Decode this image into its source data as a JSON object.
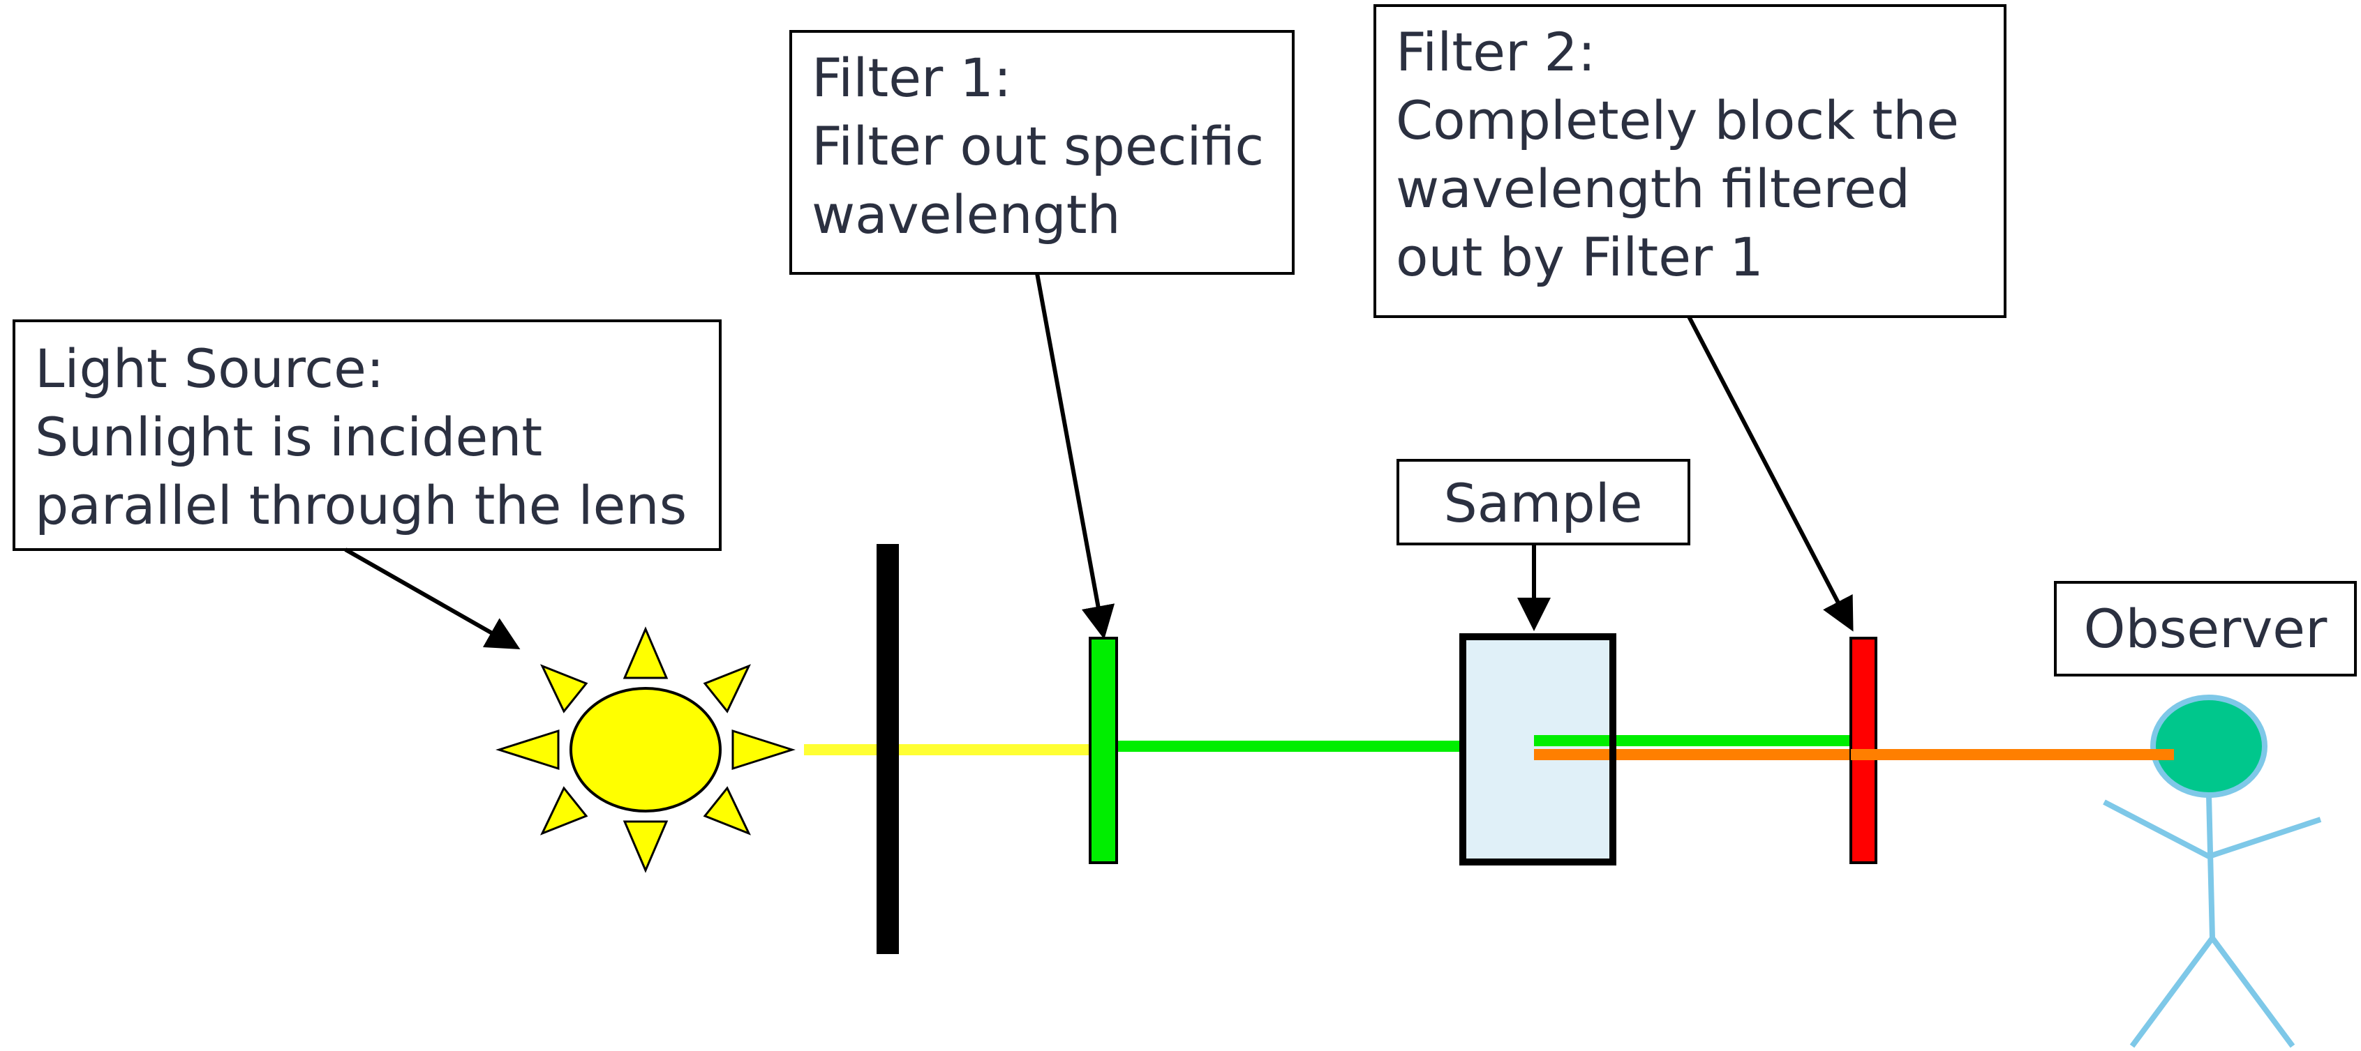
{
  "labels": {
    "light_source": {
      "lines": [
        "Light Source:",
        "Sunlight is incident",
        "parallel through the lens"
      ]
    },
    "filter1": {
      "lines": [
        "Filter 1:",
        "Filter out specific",
        "wavelength"
      ]
    },
    "filter2": {
      "lines": [
        "Filter 2:",
        "Completely block the",
        "wavelength filtered",
        "out by Filter 1"
      ]
    },
    "sample": {
      "lines": [
        "Sample"
      ]
    },
    "observer": {
      "lines": [
        "Observer"
      ]
    }
  },
  "colors": {
    "sun_fill": "#ffff00",
    "sun_stroke": "#000000",
    "beam_white": "#ffff33",
    "beam_green": "#00ee00",
    "beam_orange": "#ff7f00",
    "filter1_fill": "#00ee00",
    "filter2_fill": "#ff0000",
    "sample_fill": "#e0f0f8",
    "observer_head": "#00c78c",
    "observer_stroke": "#7ec8e8",
    "text": "#2b3040"
  }
}
